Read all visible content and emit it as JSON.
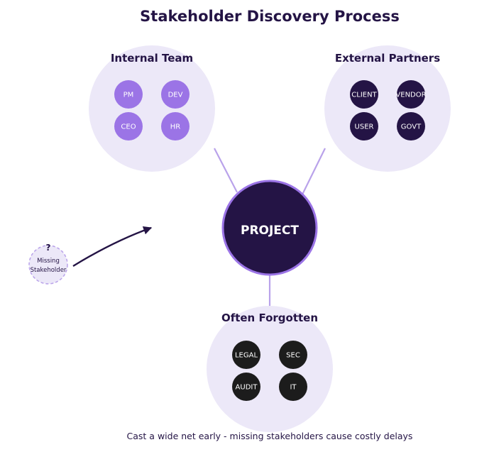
{
  "title": "Stakeholder Discovery Process",
  "center": {
    "label": "PROJECT"
  },
  "groups": {
    "internal": {
      "label": "Internal Team",
      "nodes": [
        {
          "label": "PM"
        },
        {
          "label": "DEV"
        },
        {
          "label": "CEO"
        },
        {
          "label": "HR"
        }
      ]
    },
    "external": {
      "label": "External Partners",
      "nodes": [
        {
          "label": "CLIENT"
        },
        {
          "label": "VENDOR"
        },
        {
          "label": "USER"
        },
        {
          "label": "GOVT"
        }
      ]
    },
    "forgotten": {
      "label": "Often Forgotten",
      "nodes": [
        {
          "label": "LEGAL"
        },
        {
          "label": "SEC"
        },
        {
          "label": "AUDIT"
        },
        {
          "label": "IT"
        }
      ]
    }
  },
  "missing": {
    "mark": "?",
    "line1": "Missing",
    "line2": "Stakeholder"
  },
  "caption": "Cast a wide net early - missing stakeholders cause costly delays",
  "colors": {
    "group_background": "#ece8f8",
    "internal_node": "#9b74e6",
    "external_node": "#241445",
    "forgotten_node": "#1c1c1c",
    "center_fill": "#241445",
    "center_stroke": "#9b74e6",
    "connector": "#b9a2ea",
    "arrow": "#241445",
    "missing_fill": "#ece8f8",
    "missing_stroke": "#b9a2ea"
  }
}
